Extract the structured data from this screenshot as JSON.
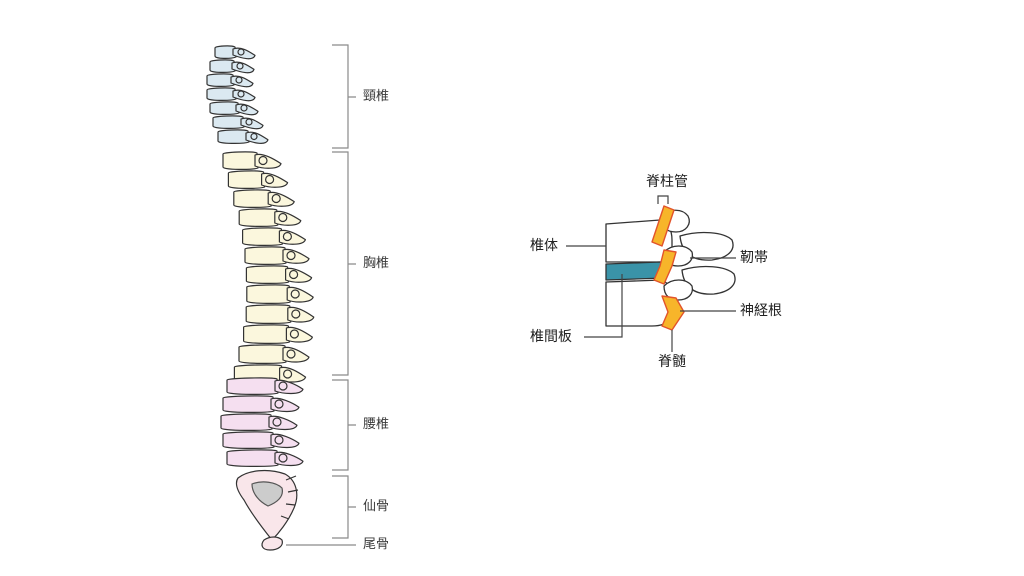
{
  "spine_regions": [
    {
      "id": "cervical",
      "label": "頸椎"
    },
    {
      "id": "thoracic",
      "label": "胸椎"
    },
    {
      "id": "lumbar",
      "label": "腰椎"
    },
    {
      "id": "sacrum",
      "label": "仙骨"
    },
    {
      "id": "coccyx",
      "label": "尾骨"
    }
  ],
  "detail_labels": {
    "spinal_canal": "脊柱管",
    "vertebral_body": "椎体",
    "ligament": "靭帯",
    "intervertebral_disc": "椎間板",
    "nerve_root": "神経根",
    "spinal_cord": "脊髄"
  },
  "colors": {
    "cervical": "#dbe9f1",
    "thoracic": "#fbf7dd",
    "lumbar": "#f5dff0",
    "sacrum": "#f9e6ea",
    "disc": "#3a93a8",
    "nerve": "#f7b52a",
    "nerve_outline": "#e2532a",
    "outline": "#333333",
    "bracket": "#888888"
  }
}
